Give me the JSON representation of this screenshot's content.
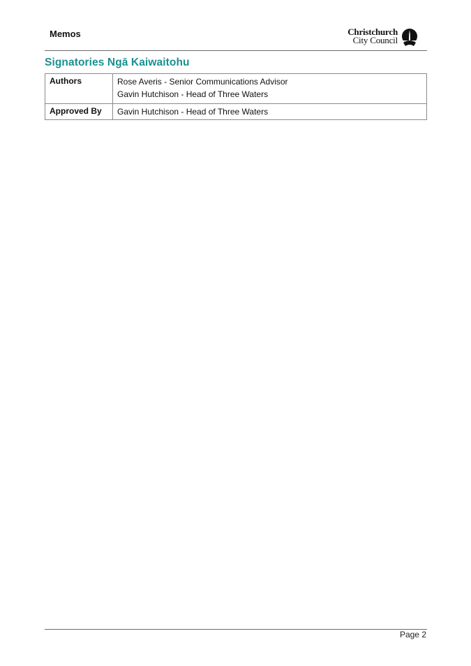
{
  "header": {
    "section_label": "Memos",
    "logo": {
      "line1": "Christchurch",
      "line2": "City Council",
      "icon": "cathedral-spire-icon"
    }
  },
  "signatories": {
    "title": "Signatories Ngā Kaiwaitohu",
    "rows": [
      {
        "label": "Authors",
        "values": [
          "Rose Averis - Senior Communications Advisor",
          "Gavin Hutchison - Head of Three Waters"
        ]
      },
      {
        "label": "Approved By",
        "values": [
          "Gavin Hutchison - Head of Three Waters"
        ]
      }
    ]
  },
  "footer": {
    "page_label": "Page 2"
  },
  "colors": {
    "title": "#1a9090",
    "rules": "#6b6b6b",
    "table_border": "#8a8a8a"
  }
}
